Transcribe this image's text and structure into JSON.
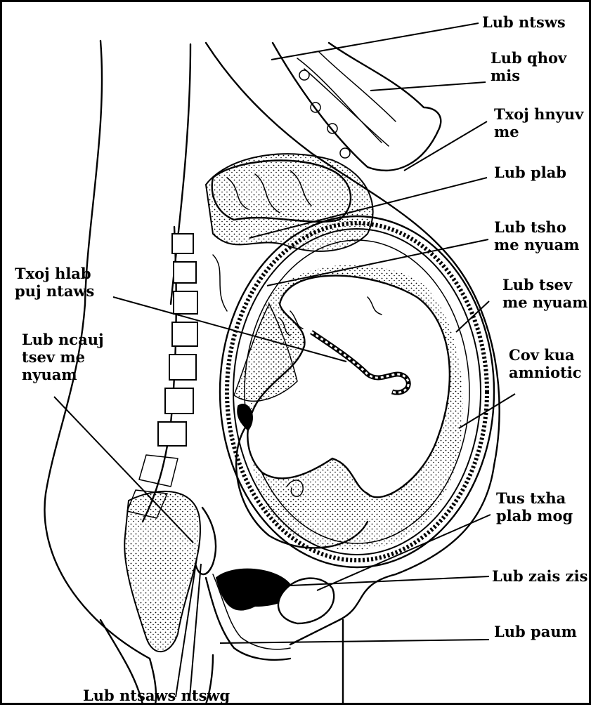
{
  "labels": {
    "lub_ntsws": [
      "Lub ntsws"
    ],
    "lub_qhov_mis": [
      "Lub qhov",
      "mis"
    ],
    "txoj_hnyuv_me": [
      "Txoj hnyuv",
      "me"
    ],
    "lub_plab": [
      "Lub plab"
    ],
    "lub_tsho_me_nyuam": [
      "Lub tsho",
      "me nyuam"
    ],
    "txoj_hlab_puj_ntaws": [
      "Txoj hlab",
      "puj ntaws"
    ],
    "lub_tsev_me_nyuam": [
      "Lub tsev",
      "me nyuam"
    ],
    "lub_ncauj_tsev_me_nyuam": [
      "Lub ncauj",
      "tsev me",
      "nyuam"
    ],
    "cov_kua_amniotic": [
      "Cov kua",
      "amniotic"
    ],
    "tus_txha_plab_mog": [
      "Tus txha",
      "plab mog"
    ],
    "lub_zais_zis": [
      "Lub zais zis"
    ],
    "lub_paum": [
      "Lub paum"
    ],
    "lub_ntsaws_ntswg": [
      "Lub ntsaws ntswg"
    ]
  }
}
